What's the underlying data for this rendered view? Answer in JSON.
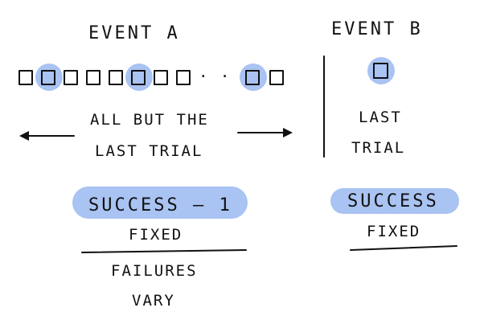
{
  "event_a": {
    "title": "EVENT A",
    "trial_count_left": 8,
    "highlighted_left": [
      1,
      5
    ],
    "ellipsis": "· · ·",
    "trial_count_right": 2,
    "highlighted_right": [
      0
    ],
    "range_label_line1": "ALL BUT THE",
    "range_label_line2": "LAST TRIAL",
    "success_label": "SUCCESS — 1",
    "success_note": "FIXED",
    "failures_label": "FAILURES",
    "failures_note": "VARY"
  },
  "event_b": {
    "title": "EVENT B",
    "label_line1": "LAST",
    "label_line2": "TRIAL",
    "success_label": "SUCCESS",
    "success_note": "FIXED"
  },
  "colors": {
    "highlight": "#a9c3f2",
    "ink": "#111111"
  }
}
